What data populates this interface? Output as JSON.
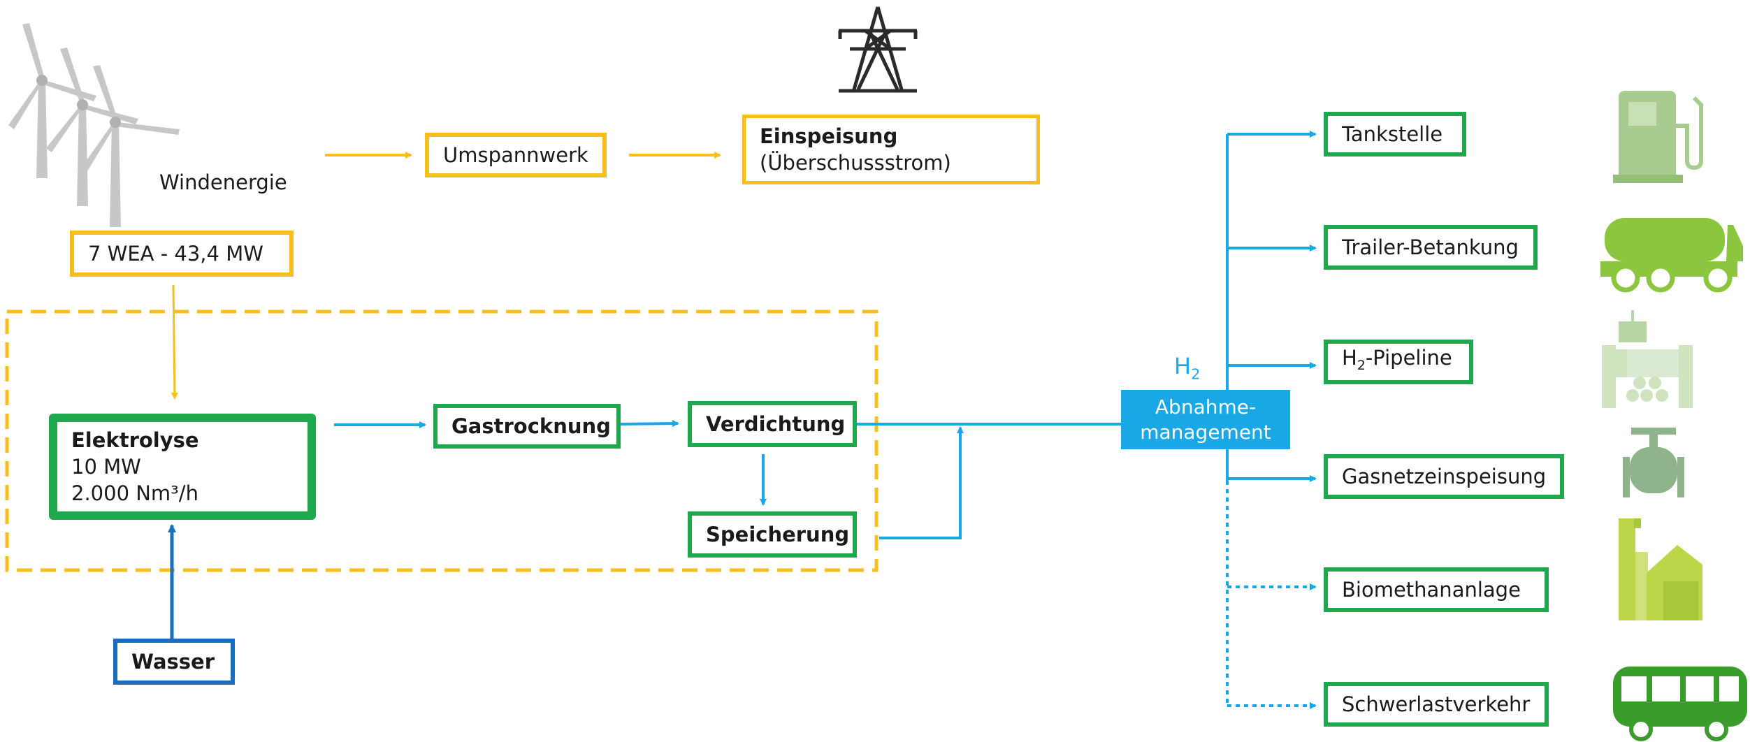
{
  "windenergie": "Windenergie",
  "wea": "7 WEA - 43,4 MW",
  "umspannwerk": "Umspannwerk",
  "einspeisung": {
    "title": "Einspeisung",
    "sub": "(Überschussstrom)"
  },
  "elektrolyse": {
    "title": "Elektrolyse",
    "line1": "10 MW",
    "line2": "2.000 Nm³/h"
  },
  "wasser": "Wasser",
  "gastrocknung": "Gastrocknung",
  "verdichtung": "Verdichtung",
  "speicherung": "Speicherung",
  "h2": {
    "base": "H",
    "sub": "2"
  },
  "abnahme": {
    "line1": "Abnahme-",
    "line2": "management"
  },
  "outputs": {
    "tankstelle": "Tankstelle",
    "trailer": "Trailer-Betankung",
    "pipeline_base": "H",
    "pipeline_sub": "2",
    "pipeline_rest": "-Pipeline",
    "gasnetz": "Gasnetzeinspeisung",
    "biomethan": "Biomethananlage",
    "schwerlast": "Schwerlastverkehr"
  },
  "colors": {
    "yellow": "#f6bf1e",
    "green": "#20a94c",
    "blue": "#1aa7e6",
    "dark_blue": "#1a6fbd",
    "grey": "#c7c7c7",
    "light_green": "#a8cc8f",
    "lime": "#a8cf2e",
    "dark_green": "#3a9c2a"
  },
  "icons": [
    "wind-turbines-icon",
    "power-pylon-icon",
    "fuel-pump-icon",
    "tanker-truck-icon",
    "pipeline-valve-icon",
    "gas-valve-icon",
    "biogas-plant-icon",
    "bus-icon"
  ]
}
